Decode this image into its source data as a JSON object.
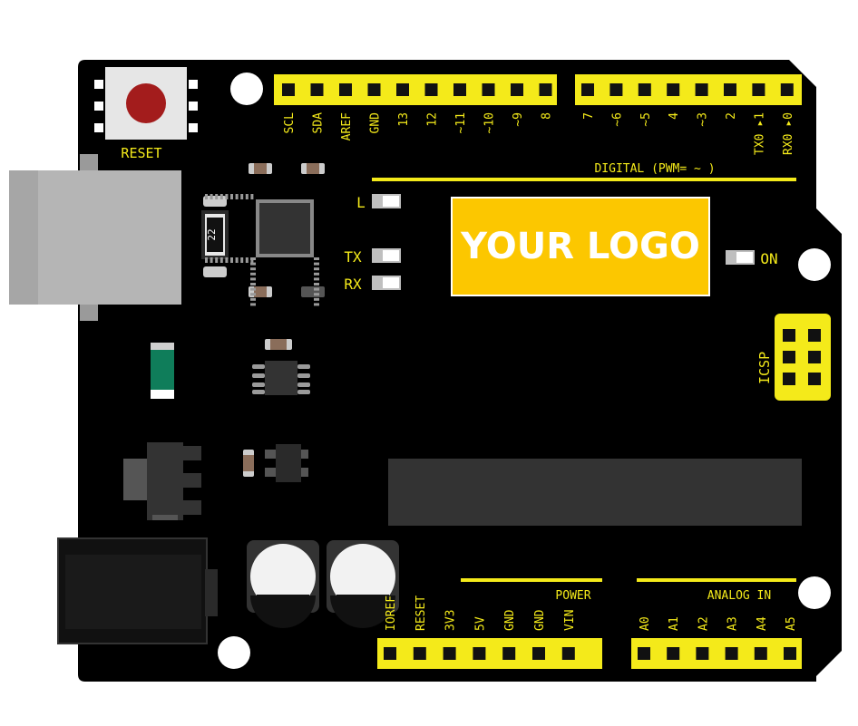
{
  "board": {
    "colors": {
      "pcb": "#000000",
      "header": "#f4ea1a",
      "silkscreen": "#f4ea1a",
      "logo_bg": "#fcc700",
      "pin": "#111111",
      "reset_button": "#a31c1c",
      "usb_connector": "#b5b5b5",
      "chip": "#333333"
    },
    "reset_label": "RESET",
    "logo_text": "YOUR LOGO",
    "led_labels": {
      "l": "L",
      "tx": "TX",
      "rx": "RX",
      "on": "ON"
    },
    "ic_label": "22",
    "digital_label": "DIGITAL (PWM= ~ )",
    "icsp_label": "ICSP",
    "power_label": "POWER",
    "analog_label": "ANALOG IN",
    "top_left_pins": [
      "SCL",
      "SDA",
      "AREF",
      "GND",
      "13",
      "12",
      "~11",
      "~10",
      "~9",
      "8"
    ],
    "top_right_pins": [
      "7",
      "~6",
      "~5",
      "4",
      "~3",
      "2",
      "TX0 ▸1",
      "RX0 ▸0"
    ],
    "power_pins": [
      "IOREF",
      "RESET",
      "3V3",
      "5V",
      "GND",
      "GND",
      "VIN"
    ],
    "analog_pins": [
      "A0",
      "A1",
      "A2",
      "A3",
      "A4",
      "A5"
    ]
  }
}
